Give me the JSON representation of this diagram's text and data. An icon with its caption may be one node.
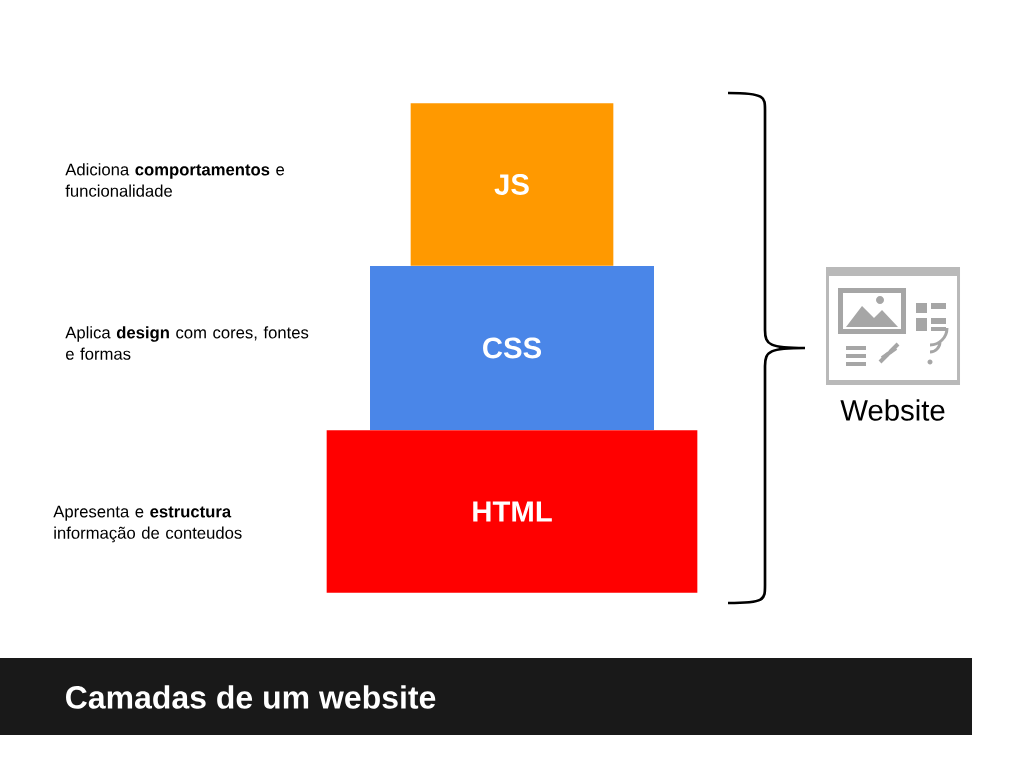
{
  "diagram": {
    "title": "Camadas de um website",
    "nodes": [
      {
        "text": [
          "JS"
        ]
      },
      {
        "text": [
          "CSS"
        ]
      },
      {
        "text": [
          "HTML"
        ]
      }
    ],
    "labels": [
      "Adiciona **comportamentos** e funcionalidade",
      "Aplica **design** com cores, fontes e formas",
      "Apresenta e **estructura** informação de conteudos",
      "Website"
    ]
  }
}
